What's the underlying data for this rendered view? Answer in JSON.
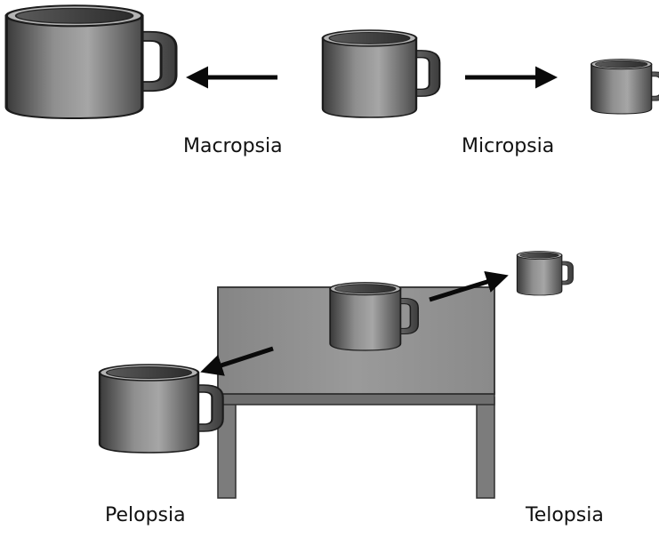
{
  "labels": {
    "macropsia": "Macropsia",
    "micropsia": "Micropsia",
    "pelopsia": "Pelopsia",
    "telopsia": "Telopsia"
  },
  "colors": {
    "mug_dark": "#3f3f3f",
    "mug_mid": "#8a8a8a",
    "mug_light": "#a8a8a8",
    "table_top": "#8c8c8c",
    "table_edge": "#333333",
    "arrow": "#0a0a0a"
  },
  "icons": {
    "mug": "mug-icon",
    "arrow": "arrow-icon",
    "table": "table-icon"
  }
}
